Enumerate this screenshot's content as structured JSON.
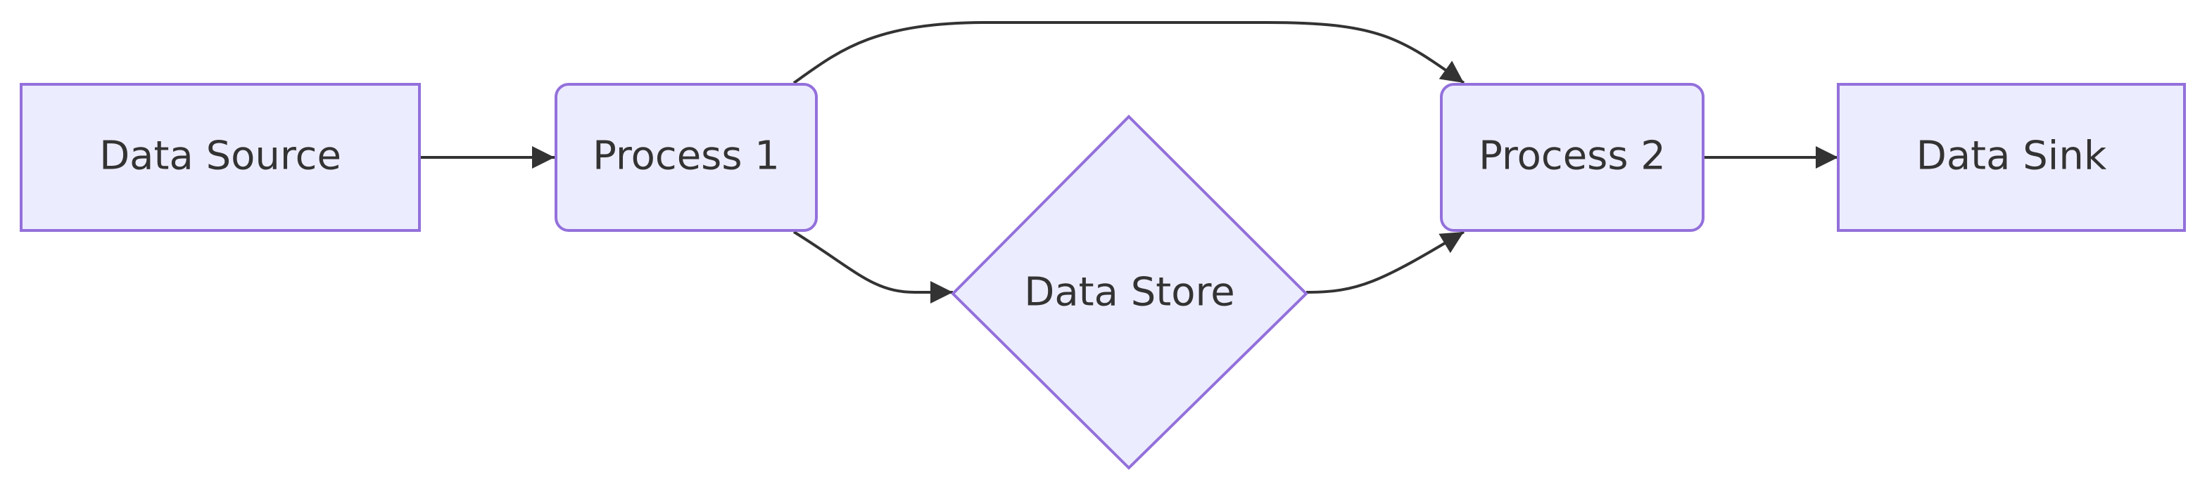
{
  "diagram": {
    "type": "flowchart",
    "direction": "left-to-right",
    "nodes": {
      "data_source": {
        "label": "Data Source",
        "shape": "rectangle"
      },
      "process_1": {
        "label": "Process 1",
        "shape": "rounded-rectangle"
      },
      "data_store": {
        "label": "Data Store",
        "shape": "diamond"
      },
      "process_2": {
        "label": "Process 2",
        "shape": "rounded-rectangle"
      },
      "data_sink": {
        "label": "Data Sink",
        "shape": "rectangle"
      }
    },
    "edges": [
      {
        "from": "Data Source",
        "to": "Process 1"
      },
      {
        "from": "Process 1",
        "to": "Process 2"
      },
      {
        "from": "Process 1",
        "to": "Data Store"
      },
      {
        "from": "Data Store",
        "to": "Process 2"
      },
      {
        "from": "Process 2",
        "to": "Data Sink"
      }
    ],
    "colors": {
      "node_fill": "#ECECFF",
      "node_stroke": "#9370DB",
      "edge": "#333333",
      "text": "#333333",
      "background": "#FFFFFF"
    }
  }
}
